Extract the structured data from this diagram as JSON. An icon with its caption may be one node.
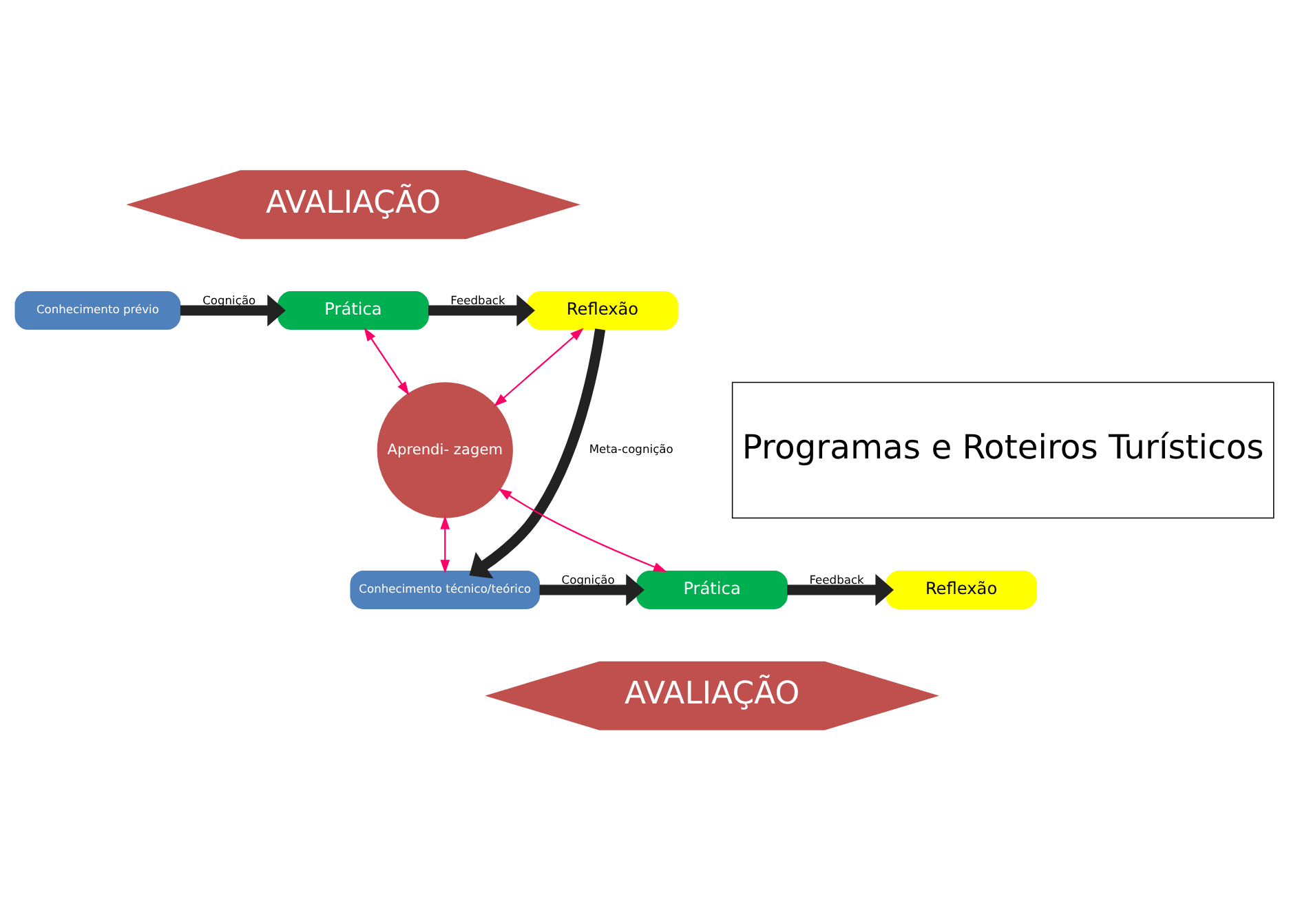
{
  "diagram": {
    "nodes": [
      {
        "text": [
          "AVALIAÇÃO"
        ]
      },
      {
        "text": [
          "Conhecimento prévio"
        ]
      },
      {
        "text": [
          "Prática"
        ]
      },
      {
        "text": [
          "Reflexão"
        ]
      },
      {
        "text": [
          "Aprendi- zagem"
        ]
      },
      {
        "text": [
          "Programas e Roteiros Turísticos"
        ]
      },
      {
        "text": [
          "Reflexão"
        ]
      },
      {
        "text": [
          "Prática"
        ]
      },
      {
        "text": [
          "Conhecimento técnico/teórico"
        ]
      },
      {
        "text": [
          "AVALIAÇÃO"
        ]
      }
    ],
    "edges": [
      {
        "from": 1,
        "to": 2,
        "arrow": "to",
        "label": "Cognição"
      },
      {
        "from": 2,
        "to": 3,
        "arrow": "to",
        "label": "Feedback"
      },
      {
        "from": 3,
        "to": 8,
        "arrow": "to",
        "label": "Meta-cognição"
      },
      {
        "from": 8,
        "to": 7,
        "arrow": "to",
        "label": "Cognição"
      },
      {
        "from": 7,
        "to": 6,
        "arrow": "to",
        "label": "Feedback"
      },
      {
        "from": 2,
        "to": 4,
        "arrow": "both",
        "color": "#ff0066"
      },
      {
        "from": 3,
        "to": 4,
        "arrow": "both",
        "color": "#ff0066"
      },
      {
        "from": 4,
        "to": 8,
        "arrow": "both",
        "color": "#ff0066"
      },
      {
        "from": 4,
        "to": 7,
        "arrow": "both",
        "color": "#ff0066"
      }
    ]
  }
}
